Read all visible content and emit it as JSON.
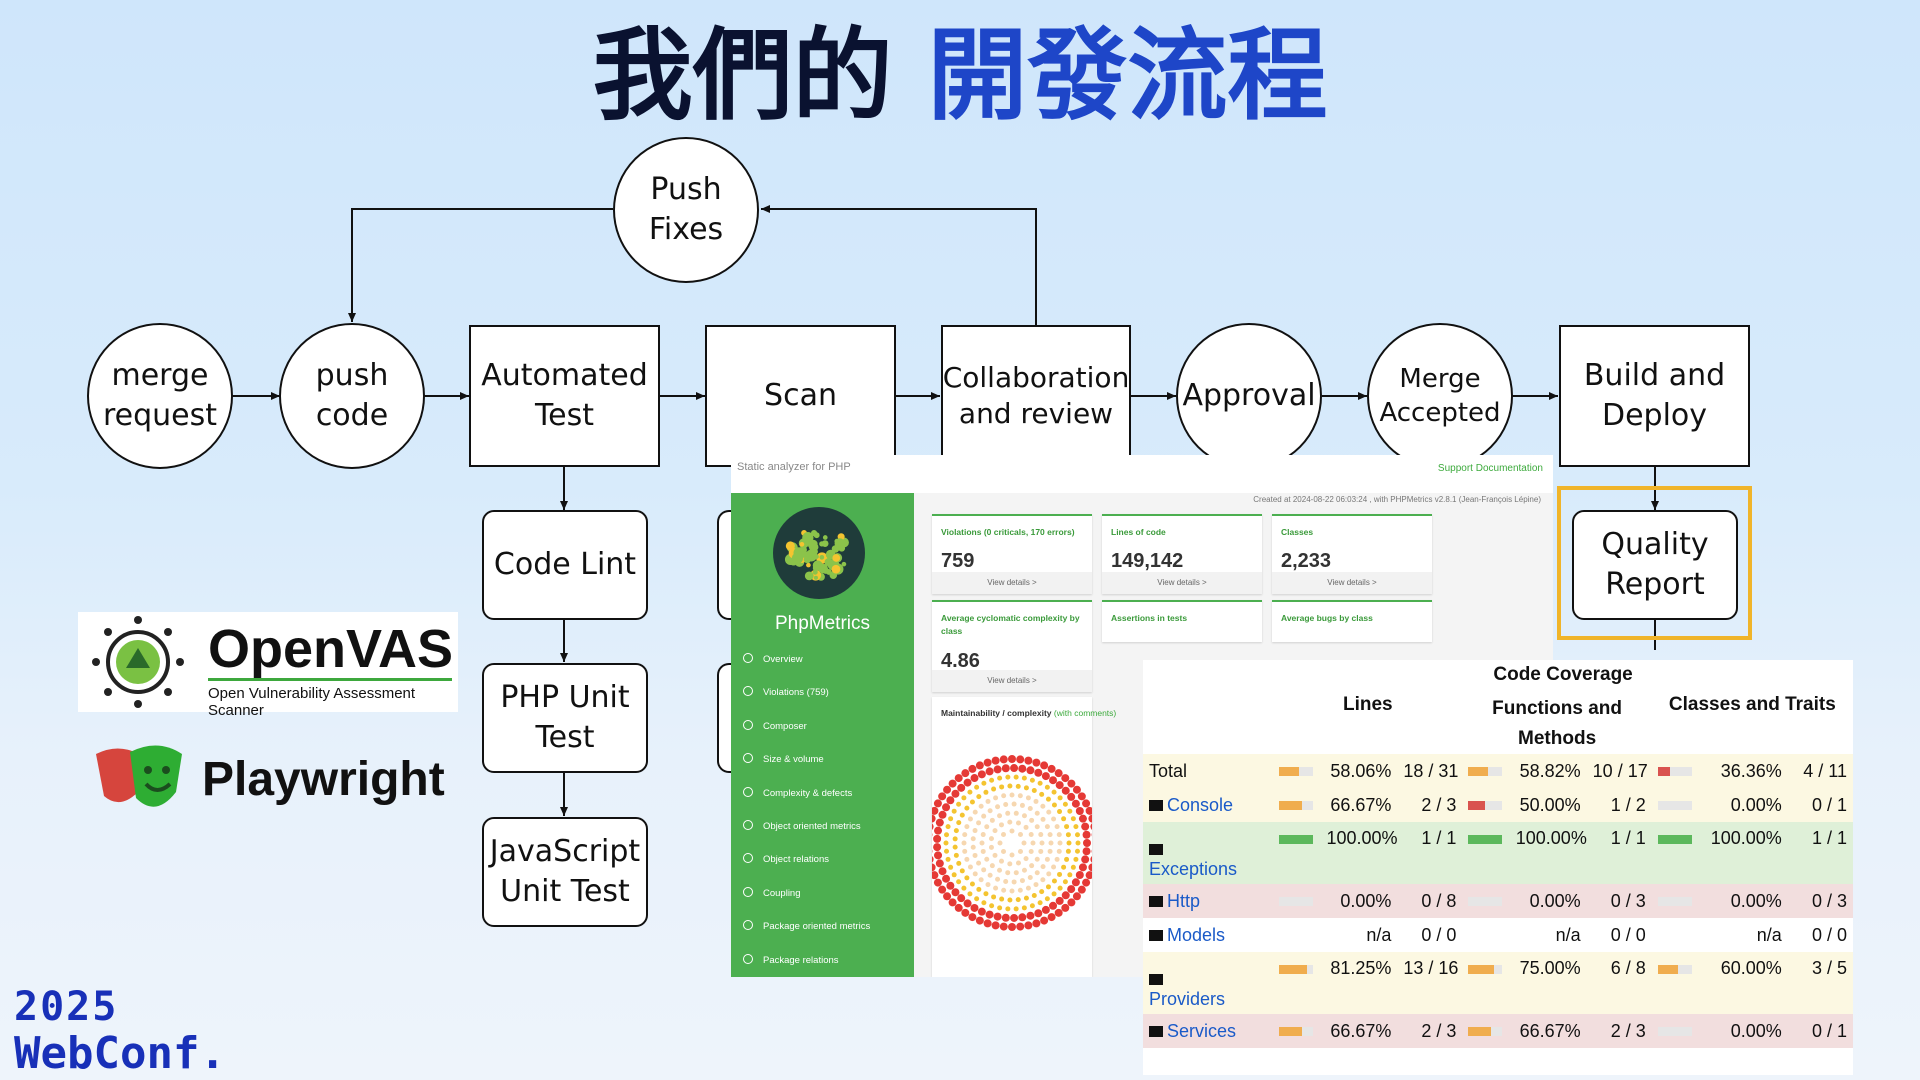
{
  "title": {
    "part1": "我們的",
    "part2": "開發流程"
  },
  "flow": {
    "push_fixes": "Push\nFixes",
    "merge_request": "merge\nrequest",
    "push_code": "push\ncode",
    "automated_test": "Automated\nTest",
    "scan": "Scan",
    "collab": "Collaboration\nand review",
    "approval": "Approval",
    "merge_accepted": "Merge\nAccepted",
    "build_deploy": "Build and\nDeploy",
    "code_lint": "Code Lint",
    "php_unit": "PHP Unit\nTest",
    "js_unit": "JavaScript\nUnit Test",
    "quality_report": "Quality\nReport",
    "highlight_color": "#f0b429"
  },
  "logos": {
    "openvas": {
      "name": "OpenVAS",
      "subtitle": "Open Vulnerability Assessment Scanner"
    },
    "playwright": {
      "name": "Playwright"
    },
    "conf": {
      "year": "2025",
      "name": "WebConf."
    }
  },
  "phpmetrics": {
    "topbar_left": "Static analyzer for PHP",
    "topbar_right": "Support Documentation",
    "brand": "PhpMetrics",
    "created": "Created at 2024-08-22 06:03:24 , with PHPMetrics v2.8.1 (Jean-François Lépine)",
    "menu": [
      "Overview",
      "Violations (759)",
      "Composer",
      "Size & volume",
      "Complexity & defects",
      "Object oriented metrics",
      "Object relations",
      "Coupling",
      "Package oriented metrics",
      "Package relations"
    ],
    "cards": [
      {
        "title": "Violations (0 criticals, 170 errors)",
        "value": "759",
        "details": "View details >"
      },
      {
        "title": "Lines of code",
        "value": "149,142",
        "details": "View details >"
      },
      {
        "title": "Classes",
        "value": "2,233",
        "details": "View details >"
      },
      {
        "title": "Average cyclomatic complexity by class",
        "value": "4.86",
        "details": "View details >"
      },
      {
        "title": "Assertions in tests",
        "value": "",
        "details": ""
      },
      {
        "title": "Average bugs by class",
        "value": "",
        "details": ""
      }
    ],
    "maint_title": "Maintainability / complexity",
    "maint_note": "(with comments)",
    "accent": "#4caf50"
  },
  "coverage": {
    "title": "Code Coverage",
    "headers": [
      "Lines",
      "Functions and Methods",
      "Classes and Traits"
    ],
    "rows": [
      {
        "name": "Total",
        "folder": false,
        "status": "warn",
        "l_pct": "58.06%",
        "l_frac": "18 / 31",
        "l_fill": 0.58,
        "l_color": "#f0ad4e",
        "f_pct": "58.82%",
        "f_frac": "10 / 17",
        "f_fill": 0.59,
        "f_color": "#f0ad4e",
        "c_pct": "36.36%",
        "c_frac": "4 / 11",
        "c_fill": 0.36,
        "c_color": "#d9534f"
      },
      {
        "name": "Console",
        "folder": true,
        "status": "warn",
        "l_pct": "66.67%",
        "l_frac": "2 / 3",
        "l_fill": 0.67,
        "l_color": "#f0ad4e",
        "f_pct": "50.00%",
        "f_frac": "1 / 2",
        "f_fill": 0.5,
        "f_color": "#d9534f",
        "c_pct": "0.00%",
        "c_frac": "0 / 1",
        "c_fill": 0,
        "c_color": "#d9534f"
      },
      {
        "name": "Exceptions",
        "folder": true,
        "status": "ok",
        "l_pct": "100.00%",
        "l_frac": "1 / 1",
        "l_fill": 1,
        "l_color": "#5cb85c",
        "f_pct": "100.00%",
        "f_frac": "1 / 1",
        "f_fill": 1,
        "f_color": "#5cb85c",
        "c_pct": "100.00%",
        "c_frac": "1 / 1",
        "c_fill": 1,
        "c_color": "#5cb85c"
      },
      {
        "name": "Http",
        "folder": true,
        "status": "bad",
        "l_pct": "0.00%",
        "l_frac": "0 / 8",
        "l_fill": 0,
        "l_color": "#d9534f",
        "f_pct": "0.00%",
        "f_frac": "0 / 3",
        "f_fill": 0,
        "f_color": "#d9534f",
        "c_pct": "0.00%",
        "c_frac": "0 / 3",
        "c_fill": 0,
        "c_color": "#d9534f"
      },
      {
        "name": "Models",
        "folder": true,
        "status": "none",
        "l_pct": "n/a",
        "l_frac": "0 / 0",
        "l_fill": null,
        "l_color": "",
        "f_pct": "n/a",
        "f_frac": "0 / 0",
        "f_fill": null,
        "f_color": "",
        "c_pct": "n/a",
        "c_frac": "0 / 0",
        "c_fill": null,
        "c_color": ""
      },
      {
        "name": "Providers",
        "folder": true,
        "status": "warn",
        "l_pct": "81.25%",
        "l_frac": "13 / 16",
        "l_fill": 0.81,
        "l_color": "#f0ad4e",
        "f_pct": "75.00%",
        "f_frac": "6 / 8",
        "f_fill": 0.75,
        "f_color": "#f0ad4e",
        "c_pct": "60.00%",
        "c_frac": "3 / 5",
        "c_fill": 0.6,
        "c_color": "#f0ad4e"
      },
      {
        "name": "Services",
        "folder": true,
        "status": "bad",
        "l_pct": "66.67%",
        "l_frac": "2 / 3",
        "l_fill": 0.67,
        "l_color": "#f0ad4e",
        "f_pct": "66.67%",
        "f_frac": "2 / 3",
        "f_fill": 0.67,
        "f_color": "#f0ad4e",
        "c_pct": "0.00%",
        "c_frac": "0 / 1",
        "c_fill": 0,
        "c_color": "#d9534f"
      }
    ]
  }
}
